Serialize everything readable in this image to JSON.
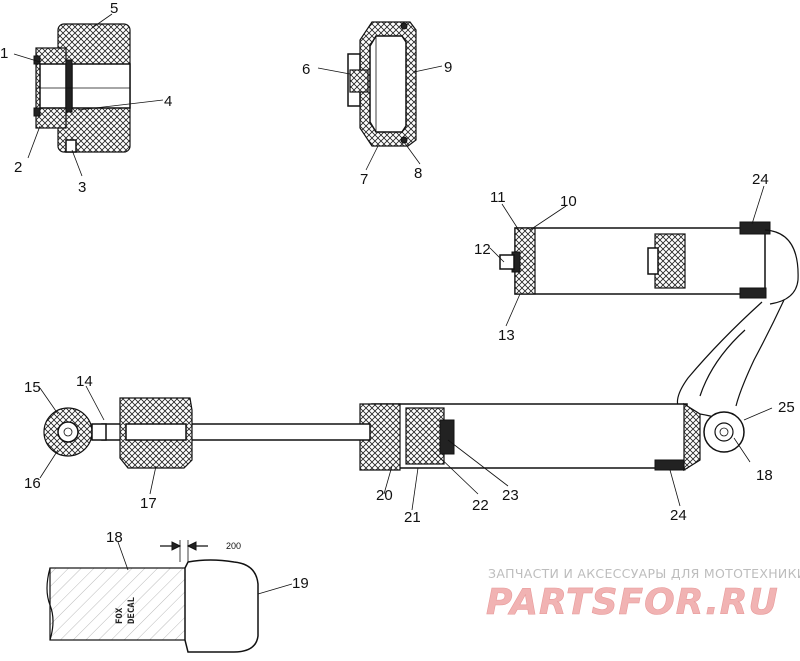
{
  "callouts": {
    "n1": "1",
    "n2": "2",
    "n3": "3",
    "n4": "4",
    "n5": "5",
    "n6": "6",
    "n7": "7",
    "n8": "8",
    "n9": "9",
    "n10": "10",
    "n11": "11",
    "n12": "12",
    "n13": "13",
    "n14": "14",
    "n15": "15",
    "n16": "16",
    "n17": "17",
    "n18a": "18",
    "n18b": "18",
    "n19": "19",
    "n20": "20",
    "n21": "21",
    "n22": "22",
    "n23": "23",
    "n24a": "24",
    "n24b": "24",
    "n25": "25"
  },
  "dimension": "200",
  "decal": {
    "line1": "FOX",
    "line2": "DECAL"
  },
  "watermark": {
    "tagline": "ЗАПЧАСТИ И АКСЕССУАРЫ ДЛЯ МОТОТЕХНИКИ",
    "logo": "PARTSFOR.RU"
  }
}
